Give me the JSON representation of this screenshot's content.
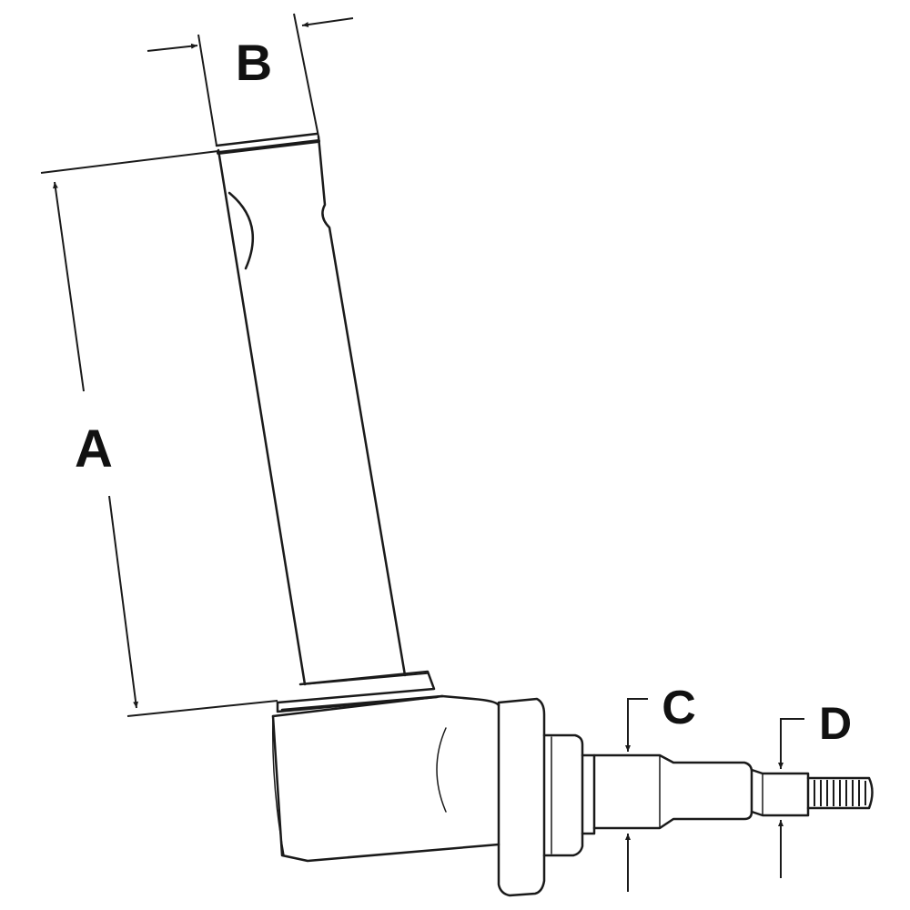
{
  "labels": {
    "A": "A",
    "B": "B",
    "C": "C",
    "D": "D"
  },
  "colors": {
    "line": "#1a1a1a",
    "background": "#ffffff",
    "text": "#111111"
  }
}
